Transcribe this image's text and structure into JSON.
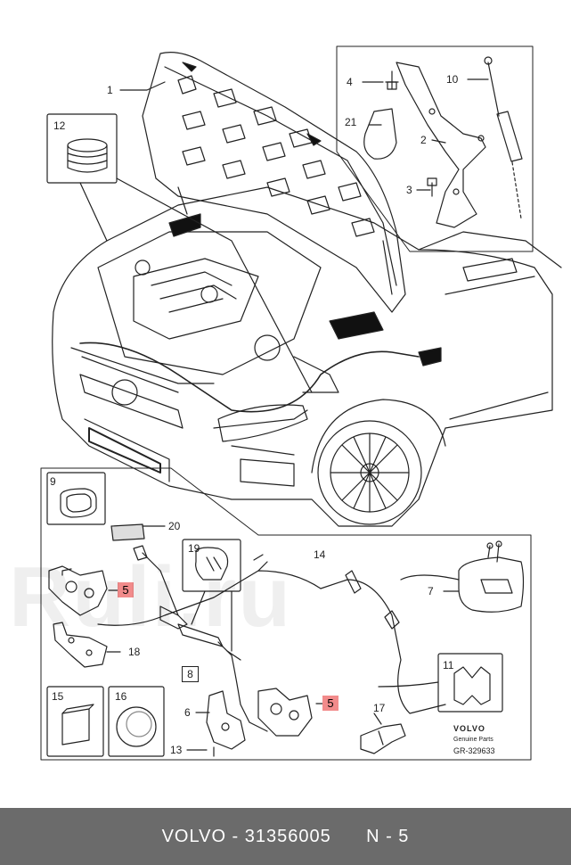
{
  "diagram": {
    "callouts": {
      "c1": "1",
      "c2": "2",
      "c3": "3",
      "c4": "4",
      "c10": "10",
      "c12": "12",
      "c21": "21",
      "c9": "9",
      "c20": "20",
      "c19": "19",
      "c14": "14",
      "c7": "7",
      "c18": "18",
      "c8": "8",
      "c11": "11",
      "c15": "15",
      "c16": "16",
      "c6": "6",
      "c13": "13",
      "c17": "17"
    },
    "highlighted_part": "5",
    "highlight_color": "#f28b8b",
    "brand": {
      "logo": "VOLVO",
      "subtitle": "Genuine Parts",
      "reference": "GR-329633"
    },
    "watermark": "Ruli.ru"
  },
  "footer": {
    "text": "VOLVO - 31356005      N - 5"
  }
}
